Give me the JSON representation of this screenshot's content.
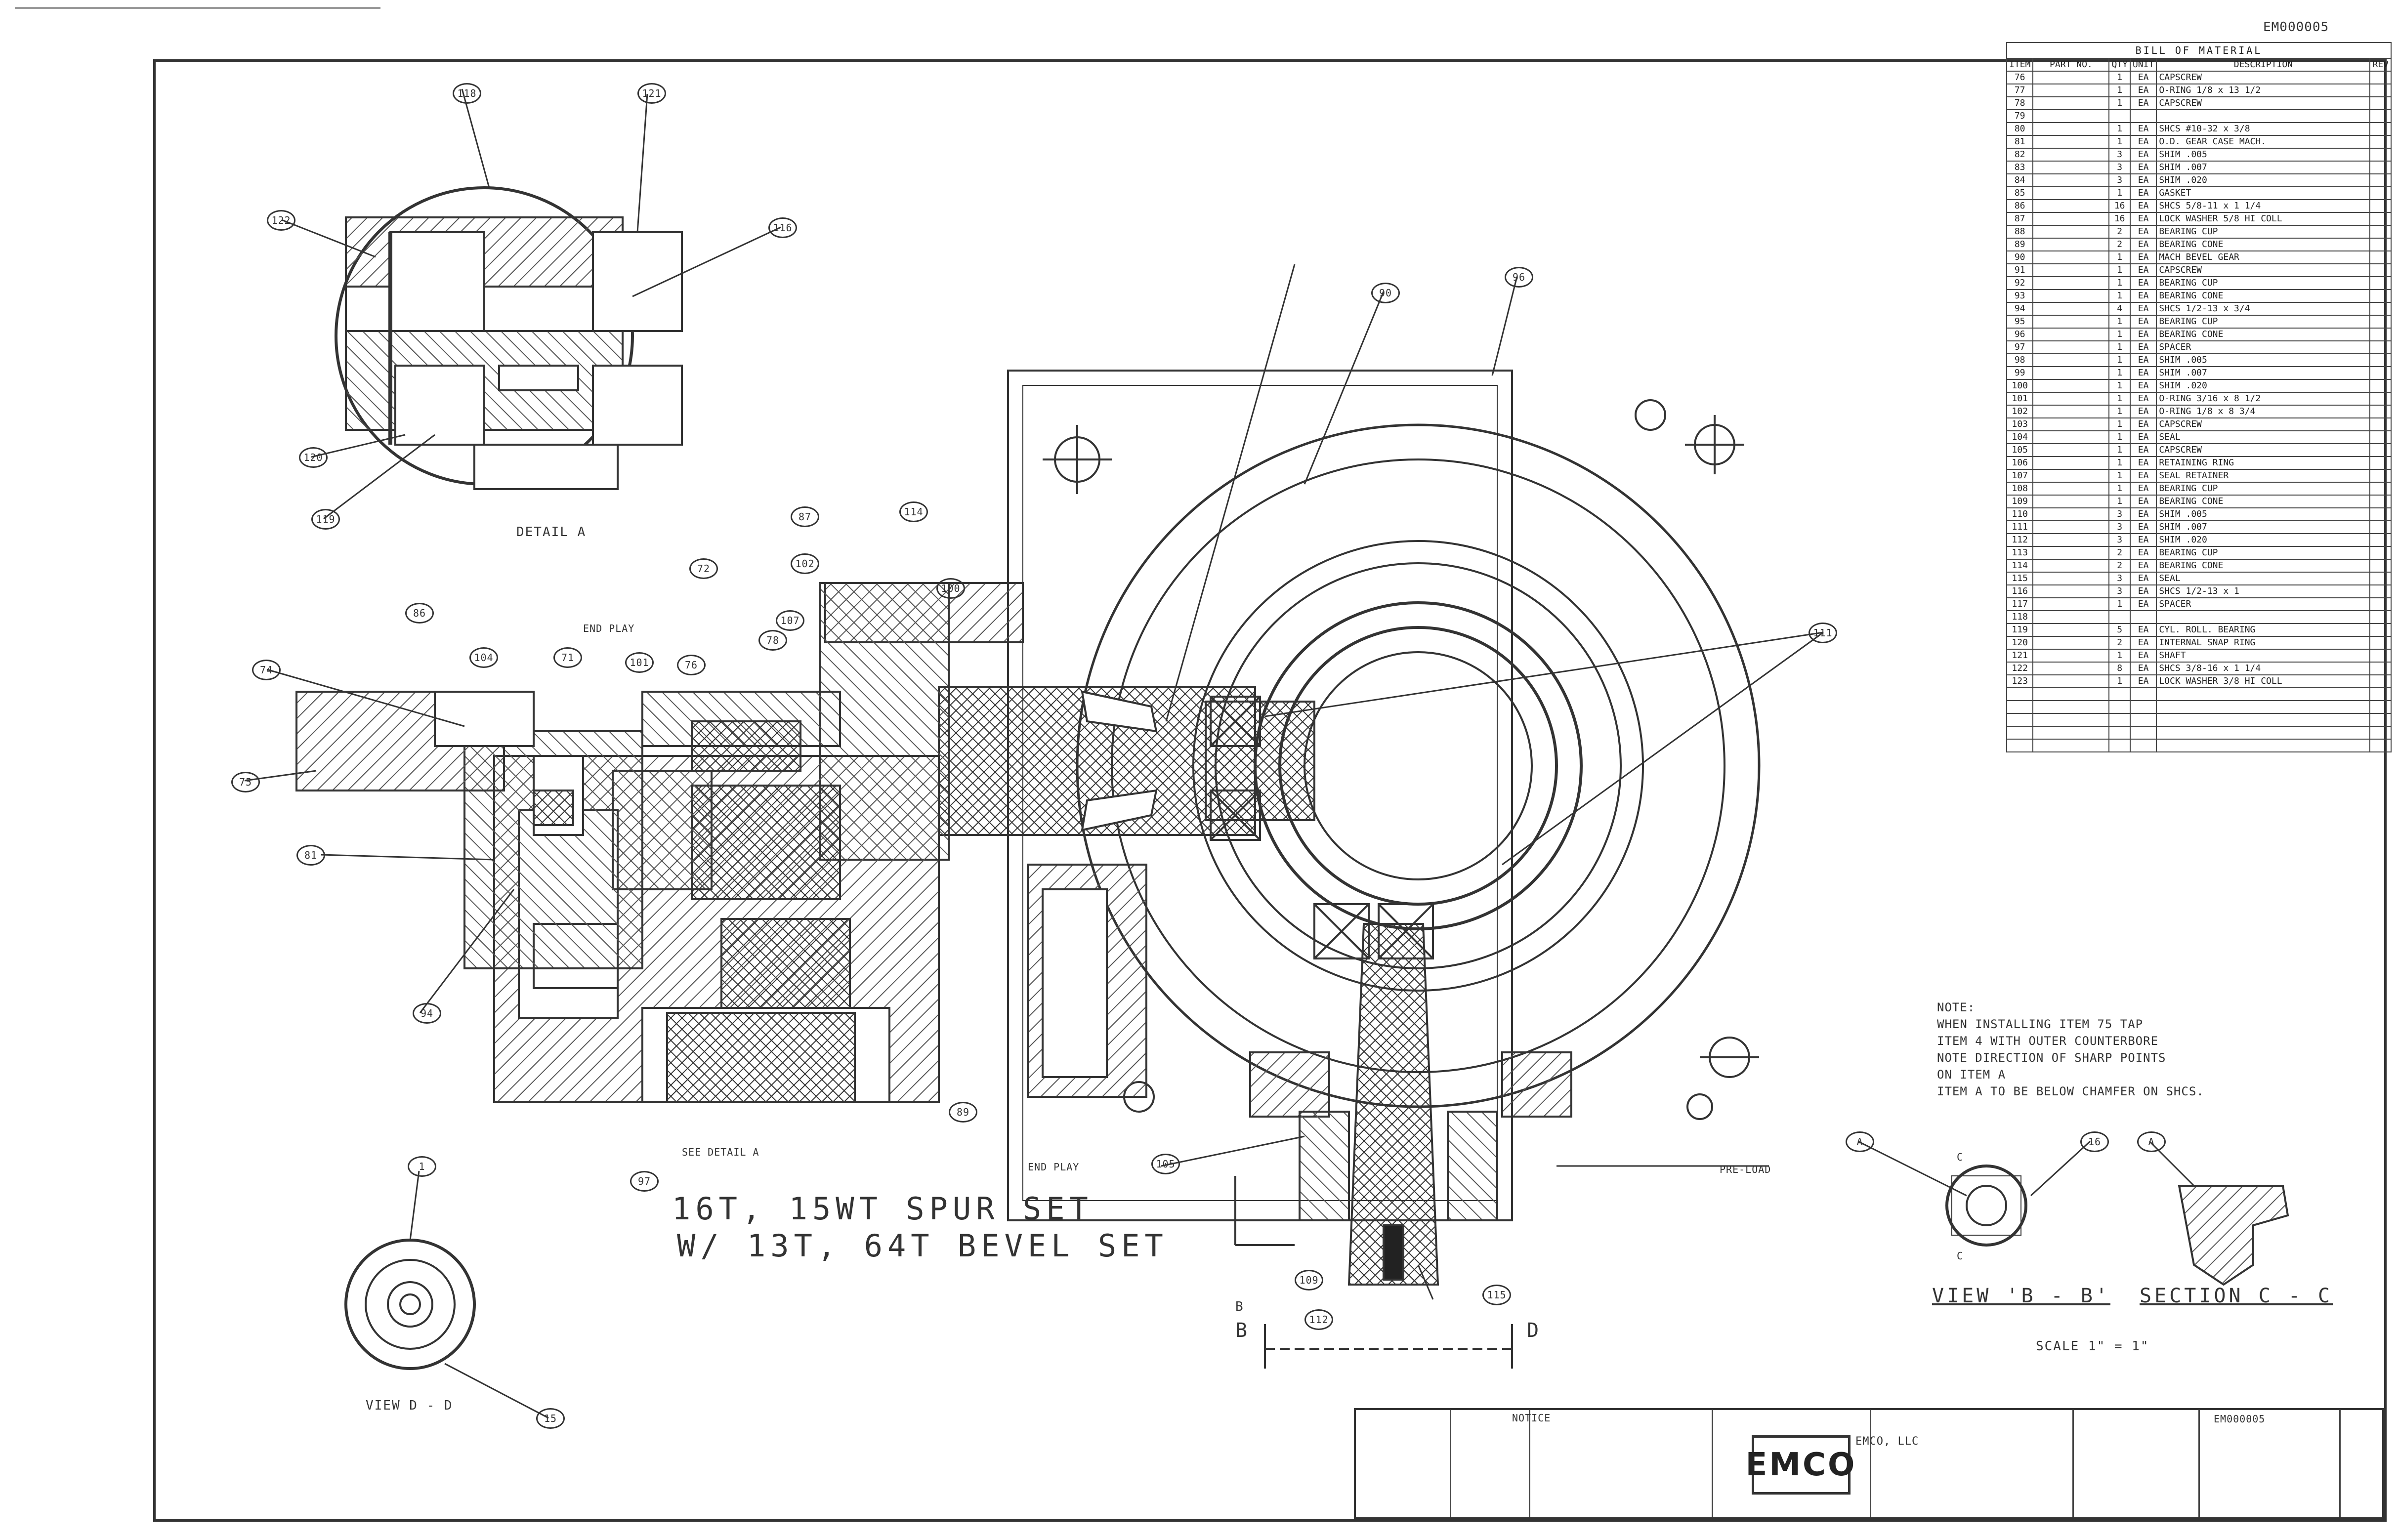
{
  "drawing_number_top": "EM000005",
  "bom": {
    "title": "BILL OF MATERIAL",
    "headers": [
      "ITEM",
      "PART NO.",
      "QTY",
      "UNIT",
      "DESCRIPTION",
      "REV"
    ],
    "rows": [
      [
        "76",
        "",
        "1",
        "EA",
        "CAPSCREW",
        ""
      ],
      [
        "77",
        "",
        "1",
        "EA",
        "O-RING 1/8 x 13 1/2",
        ""
      ],
      [
        "78",
        "",
        "1",
        "EA",
        "CAPSCREW",
        ""
      ],
      [
        "79",
        "",
        "",
        "",
        "",
        ""
      ],
      [
        "80",
        "",
        "1",
        "EA",
        "SHCS #10-32 x 3/8",
        ""
      ],
      [
        "81",
        "",
        "1",
        "EA",
        "O.D. GEAR CASE MACH.",
        ""
      ],
      [
        "82",
        "",
        "3",
        "EA",
        "SHIM .005",
        ""
      ],
      [
        "83",
        "",
        "3",
        "EA",
        "SHIM .007",
        ""
      ],
      [
        "84",
        "",
        "3",
        "EA",
        "SHIM .020",
        ""
      ],
      [
        "85",
        "",
        "1",
        "EA",
        "GASKET",
        ""
      ],
      [
        "86",
        "",
        "16",
        "EA",
        "SHCS 5/8-11 x 1 1/4",
        ""
      ],
      [
        "87",
        "",
        "16",
        "EA",
        "LOCK WASHER 5/8 HI COLL",
        ""
      ],
      [
        "88",
        "",
        "2",
        "EA",
        "BEARING CUP",
        ""
      ],
      [
        "89",
        "",
        "2",
        "EA",
        "BEARING CONE",
        ""
      ],
      [
        "90",
        "",
        "1",
        "EA",
        "MACH BEVEL GEAR",
        ""
      ],
      [
        "91",
        "",
        "1",
        "EA",
        "CAPSCREW",
        ""
      ],
      [
        "92",
        "",
        "1",
        "EA",
        "BEARING CUP",
        ""
      ],
      [
        "93",
        "",
        "1",
        "EA",
        "BEARING CONE",
        ""
      ],
      [
        "94",
        "",
        "4",
        "EA",
        "SHCS 1/2-13 x 3/4",
        ""
      ],
      [
        "95",
        "",
        "1",
        "EA",
        "BEARING CUP",
        ""
      ],
      [
        "96",
        "",
        "1",
        "EA",
        "BEARING CONE",
        ""
      ],
      [
        "97",
        "",
        "1",
        "EA",
        "SPACER",
        ""
      ],
      [
        "98",
        "",
        "1",
        "EA",
        "SHIM .005",
        ""
      ],
      [
        "99",
        "",
        "1",
        "EA",
        "SHIM .007",
        ""
      ],
      [
        "100",
        "",
        "1",
        "EA",
        "SHIM .020",
        ""
      ],
      [
        "101",
        "",
        "1",
        "EA",
        "O-RING 3/16 x 8 1/2",
        ""
      ],
      [
        "102",
        "",
        "1",
        "EA",
        "O-RING 1/8 x 8 3/4",
        ""
      ],
      [
        "103",
        "",
        "1",
        "EA",
        "CAPSCREW",
        ""
      ],
      [
        "104",
        "",
        "1",
        "EA",
        "SEAL",
        ""
      ],
      [
        "105",
        "",
        "1",
        "EA",
        "CAPSCREW",
        ""
      ],
      [
        "106",
        "",
        "1",
        "EA",
        "RETAINING RING",
        ""
      ],
      [
        "107",
        "",
        "1",
        "EA",
        "SEAL RETAINER",
        ""
      ],
      [
        "108",
        "",
        "1",
        "EA",
        "BEARING CUP",
        ""
      ],
      [
        "109",
        "",
        "1",
        "EA",
        "BEARING CONE",
        ""
      ],
      [
        "110",
        "",
        "3",
        "EA",
        "SHIM .005",
        ""
      ],
      [
        "111",
        "",
        "3",
        "EA",
        "SHIM .007",
        ""
      ],
      [
        "112",
        "",
        "3",
        "EA",
        "SHIM .020",
        ""
      ],
      [
        "113",
        "",
        "2",
        "EA",
        "BEARING CUP",
        ""
      ],
      [
        "114",
        "",
        "2",
        "EA",
        "BEARING CONE",
        ""
      ],
      [
        "115",
        "",
        "3",
        "EA",
        "SEAL",
        ""
      ],
      [
        "116",
        "",
        "3",
        "EA",
        "SHCS 1/2-13 x 1",
        ""
      ],
      [
        "117",
        "",
        "1",
        "EA",
        "SPACER",
        ""
      ],
      [
        "118",
        "",
        "",
        "",
        "",
        ""
      ],
      [
        "119",
        "",
        "5",
        "EA",
        "CYL. ROLL. BEARING",
        ""
      ],
      [
        "120",
        "",
        "2",
        "EA",
        "INTERNAL SNAP RING",
        ""
      ],
      [
        "121",
        "",
        "1",
        "EA",
        "SHAFT",
        ""
      ],
      [
        "122",
        "",
        "8",
        "EA",
        "SHCS 3/8-16 x 1 1/4",
        ""
      ],
      [
        "123",
        "",
        "1",
        "EA",
        "LOCK WASHER 3/8 HI COLL",
        ""
      ],
      [
        "",
        "",
        "",
        "",
        "",
        ""
      ],
      [
        "",
        "",
        "",
        "",
        "",
        ""
      ],
      [
        "",
        "",
        "",
        "",
        "",
        ""
      ],
      [
        "",
        "",
        "",
        "",
        "",
        ""
      ],
      [
        "",
        "",
        "",
        "",
        "",
        ""
      ]
    ]
  },
  "notes": {
    "heading": "NOTE:",
    "lines": [
      "WHEN INSTALLING ITEM 75 TAP",
      "ITEM 4 WITH OUTER COUNTERBORE",
      "NOTE DIRECTION OF SHARP POINTS",
      "ON ITEM A",
      "ITEM A TO BE BELOW CHAMFER ON SHCS."
    ]
  },
  "labels": {
    "spur_set": "16T, 15WT SPUR SET",
    "bevel_set": "W/ 13T, 64T BEVEL SET",
    "view_bb": "VIEW 'B - B'",
    "section_cc": "SECTION C - C",
    "scale": "SCALE 1\" = 1\"",
    "view_dd": "VIEW D - D",
    "detail_a": "DETAIL A",
    "see_detail_a": "SEE DETAIL A",
    "end_play_1": "END PLAY",
    "end_play_2": "END PLAY",
    "pre_load": "PRE-LOAD",
    "b": "B",
    "d": "D",
    "c": "C",
    "a": "A"
  },
  "balloons": {
    "b1": "118",
    "b2": "121",
    "b3": "116",
    "b4": "122",
    "b5": "120",
    "b6": "119",
    "b7": "74",
    "b8": "75",
    "b9": "81",
    "b10": "86",
    "b11": "94",
    "b12": "97",
    "b13": "72",
    "b14": "71",
    "b15": "87",
    "b16": "78",
    "b17": "89",
    "b18": "105",
    "b19": "109",
    "b20": "112",
    "b21": "115",
    "b22": "1",
    "b23": "15",
    "b24": "90",
    "b25": "96",
    "b26": "111",
    "b27": "114",
    "b28": "100",
    "b29": "102",
    "b30": "107",
    "b31": "A",
    "b32": "16",
    "b33": "A",
    "b34": "76",
    "b35": "101",
    "b36": "104"
  },
  "notice": {
    "title": "NOTICE"
  },
  "title_block": {
    "logo": "EMCO",
    "company": "EMCO, LLC",
    "drawing_no": "EM000005"
  }
}
